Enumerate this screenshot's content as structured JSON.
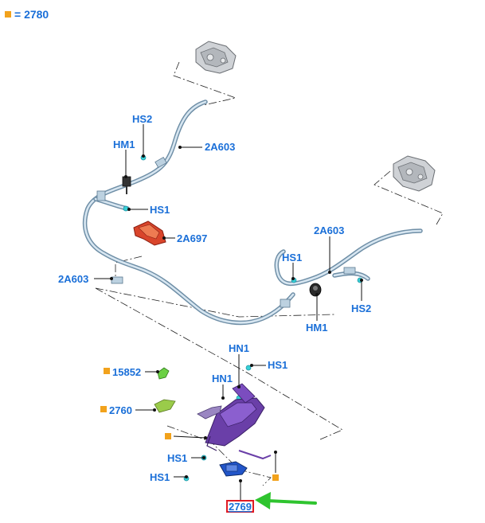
{
  "legend": {
    "symbol": "orange-square",
    "text": "= 2780"
  },
  "callouts": {
    "hs2_top": "HS2",
    "hm1_left": "HM1",
    "a603_upper": "2A603",
    "hs1_left": "HS1",
    "a697": "2A697",
    "a603_left": "2A603",
    "a603_right": "2A603",
    "hs1_right": "HS1",
    "hs2_right": "HS2",
    "hm1_right": "HM1",
    "hn1_upper": "HN1",
    "hs1_lever": "HS1",
    "n15852": "15852",
    "hn1_lower": "HN1",
    "n2760": "2760",
    "hs1_bottom_a": "HS1",
    "hs1_bottom_b": "HS1",
    "n2769": "2769"
  },
  "colors": {
    "callout_text": "#1a6fd8",
    "orange_marker": "#f2a21c",
    "highlight_box": "#e01b24",
    "arrow": "#2fc42f",
    "lever": "#6a3fa8",
    "heat_shield": "#d9452b",
    "cable": "#6e8ea6"
  }
}
